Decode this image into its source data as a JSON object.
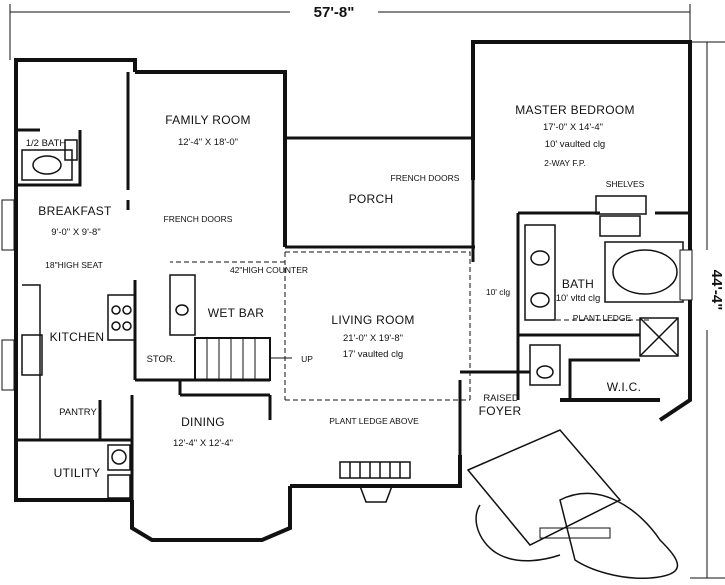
{
  "dimensions": {
    "width": "57'-8\"",
    "depth": "44'-4\""
  },
  "rooms": {
    "family_room": {
      "name": "FAMILY ROOM",
      "size": "12'-4\" X 18'-0\""
    },
    "master_bedroom": {
      "name": "MASTER BEDROOM",
      "size": "17'-0\" X 14'-4\"",
      "ceiling": "10' vaulted clg"
    },
    "half_bath": {
      "name": "1/2 BATH"
    },
    "breakfast": {
      "name": "BREAKFAST",
      "size": "9'-0\" X 9'-8\""
    },
    "porch": {
      "name": "PORCH"
    },
    "kitchen": {
      "name": "KITCHEN"
    },
    "wet_bar": {
      "name": "WET BAR"
    },
    "living_room": {
      "name": "LIVING ROOM",
      "size": "21'-0\" X 19'-8\"",
      "ceiling": "17' vaulted clg"
    },
    "bath": {
      "name": "BATH",
      "ceiling": "10' vltd clg"
    },
    "stor": {
      "name": "STOR."
    },
    "wic": {
      "name": "W.I.C."
    },
    "pantry": {
      "name": "PANTRY"
    },
    "dining": {
      "name": "DINING",
      "size": "12'-4\" X 12'-4\""
    },
    "foyer": {
      "name": "FOYER",
      "prefix": "RAISED"
    },
    "utility": {
      "name": "UTILITY"
    }
  },
  "notes": {
    "french_doors_porch": "FRENCH DOORS",
    "french_doors_family": "FRENCH DOORS",
    "fireplace": "2-WAY F.P.",
    "shelves": "SHELVES",
    "seat": "18\"HIGH SEAT",
    "counter": "42\"HIGH COUNTER",
    "clg_10": "10' clg",
    "plant_ledge": "PLANT LEDGE",
    "up": "UP",
    "plant_ledge_above": "PLANT LEDGE ABOVE"
  }
}
